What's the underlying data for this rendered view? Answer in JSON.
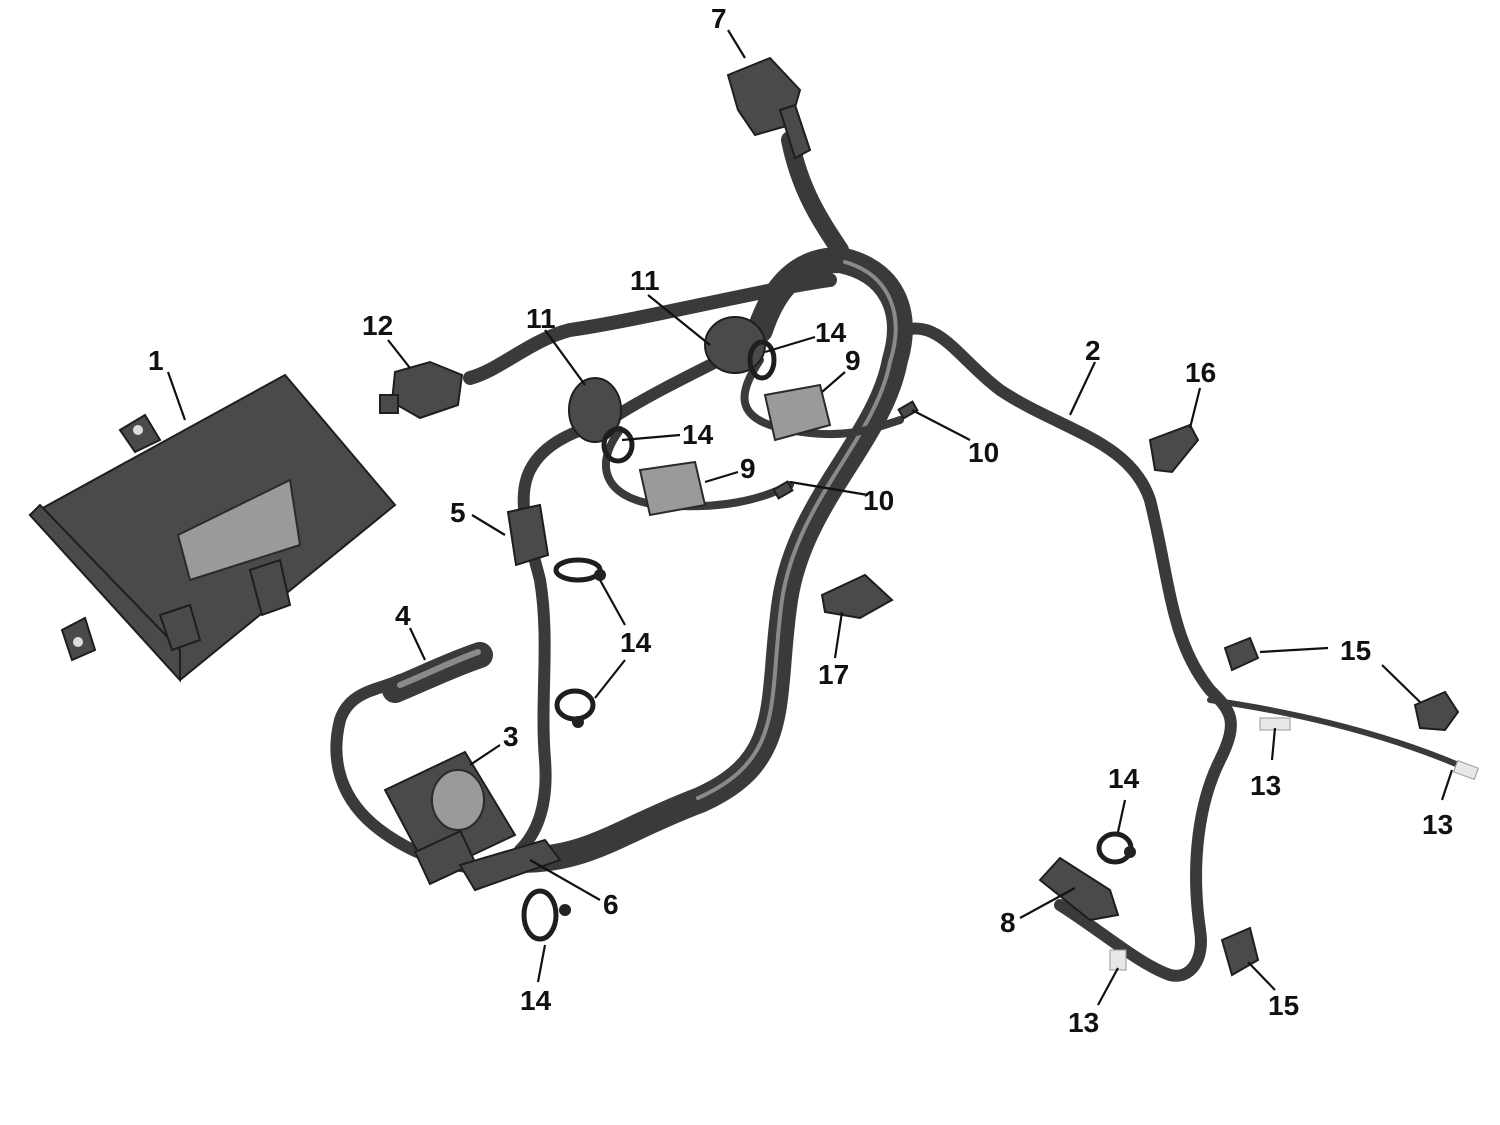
{
  "callouts": {
    "c1": "1",
    "c2": "2",
    "c3": "3",
    "c4": "4",
    "c5": "5",
    "c6": "6",
    "c7": "7",
    "c8": "8",
    "c9a": "9",
    "c9b": "9",
    "c10a": "10",
    "c10b": "10",
    "c11a": "11",
    "c11b": "11",
    "c12": "12",
    "c13a": "13",
    "c13b": "13",
    "c13c": "13",
    "c14a": "14",
    "c14b": "14",
    "c14c": "14",
    "c14d": "14",
    "c14e": "14",
    "c15a": "15",
    "c15b": "15",
    "c16": "16",
    "c17": "17"
  },
  "colors": {
    "harness": "#3a3a3a",
    "part_dark": "#4a4a4a",
    "part_light": "#9a9a9a",
    "ink": "#111111",
    "background": "#ffffff"
  }
}
